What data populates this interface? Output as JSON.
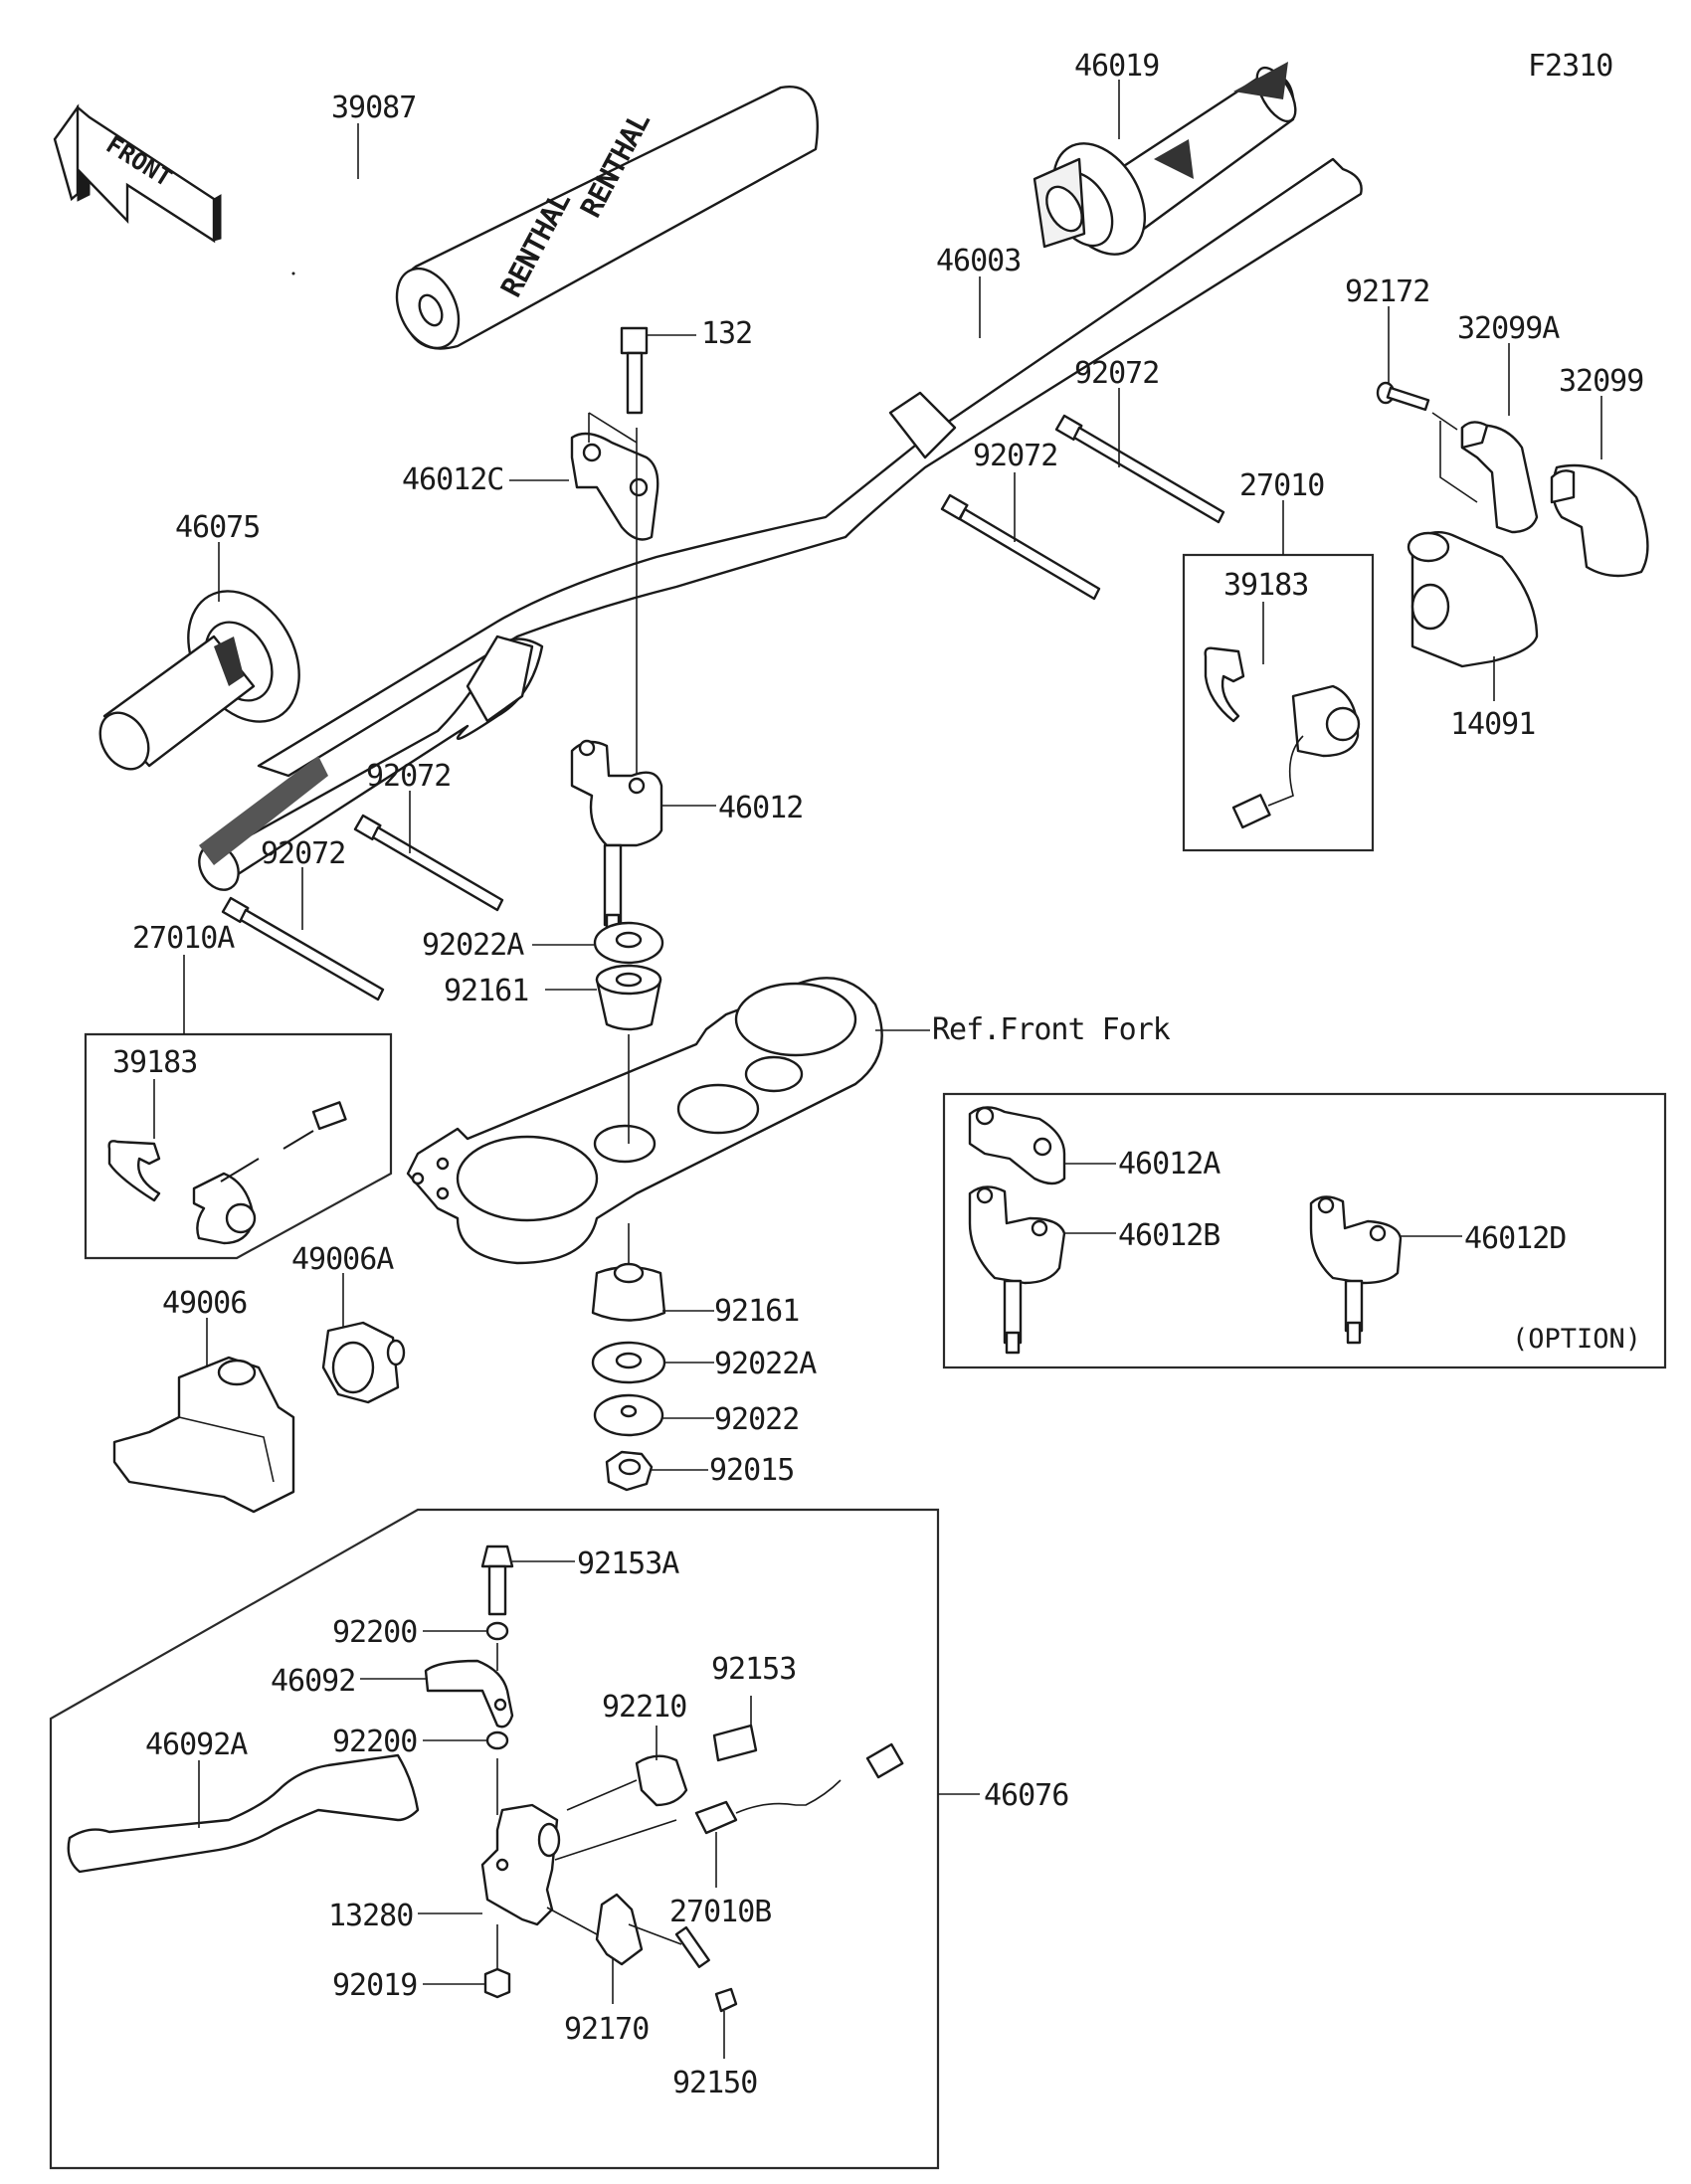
{
  "diagram": {
    "figure_code": "F2310",
    "front_arrow_label": "FRONT",
    "pad_brand_text": "RENTHAL",
    "reference_label": "Ref.Front Fork",
    "option_label": "(OPTION)"
  },
  "callouts": {
    "p39087": "39087",
    "p46019": "46019",
    "p46003": "46003",
    "p132": "132",
    "p46012C": "46012C",
    "p92072_a": "92072",
    "p92072_b": "92072",
    "p92072_c": "92072",
    "p92072_d": "92072",
    "p92172": "92172",
    "p32099A": "32099A",
    "p32099": "32099",
    "p27010": "27010",
    "p39183_a": "39183",
    "p14091": "14091",
    "p46075": "46075",
    "p46012": "46012",
    "p92022A_top": "92022A",
    "p92161_top": "92161",
    "p27010A": "27010A",
    "p39183_b": "39183",
    "p46012A": "46012A",
    "p46012B": "46012B",
    "p46012D": "46012D",
    "p49006A": "49006A",
    "p49006": "49006",
    "p92161_bot": "92161",
    "p92022A_bot": "92022A",
    "p92022": "92022",
    "p92015": "92015",
    "p92153A": "92153A",
    "p92200_a": "92200",
    "p46092": "46092",
    "p92200_b": "92200",
    "p92153": "92153",
    "p92210": "92210",
    "p46092A": "46092A",
    "p46076": "46076",
    "p13280": "13280",
    "p27010B": "27010B",
    "p92019": "92019",
    "p92170": "92170",
    "p92150": "92150"
  }
}
